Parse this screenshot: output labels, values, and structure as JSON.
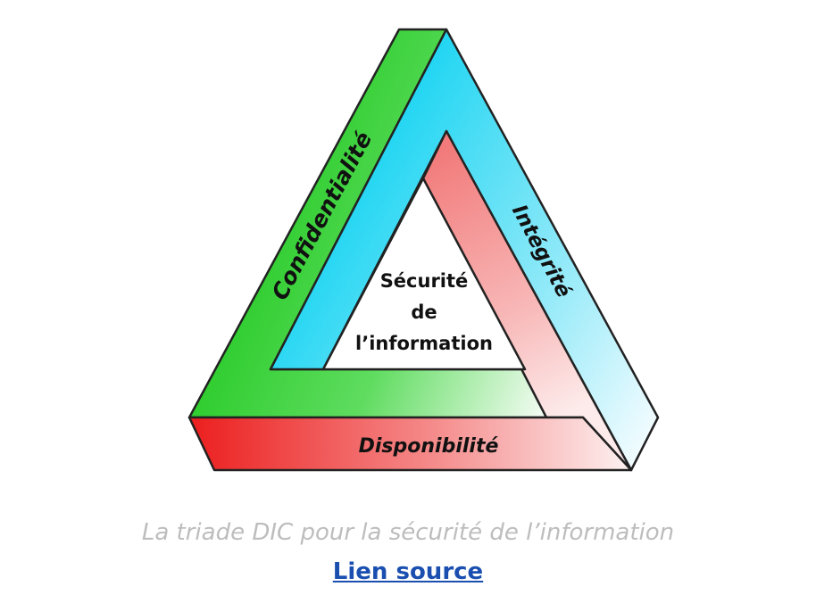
{
  "diagram": {
    "labels": {
      "confidentiality": "Confidentialité",
      "integrity": "Intégrité",
      "availability": "Disponibilité",
      "center": [
        "Sécurité",
        "de",
        "l’information"
      ]
    },
    "colors": {
      "green": "#22cc22",
      "cyan": "#22d8f5",
      "red": "#ee2222",
      "outline": "#222222"
    }
  },
  "caption": {
    "text": "La triade DIC pour la sécurité de l’information",
    "link_label": "Lien source"
  }
}
